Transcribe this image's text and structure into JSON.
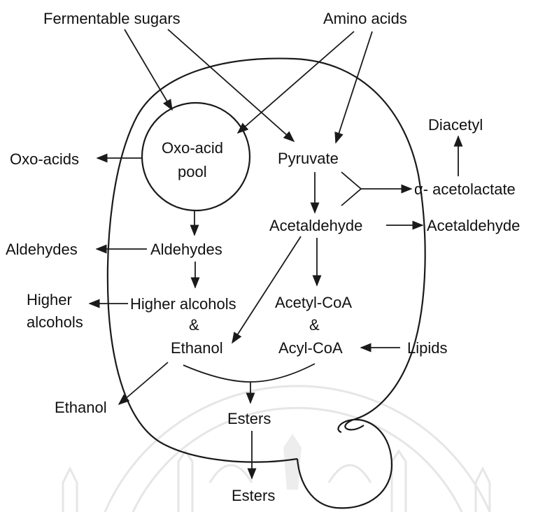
{
  "diagram": {
    "labels": {
      "fermentable_sugars": "Fermentable sugars",
      "amino_acids": "Amino acids",
      "oxo_acid_pool_line1": "Oxo-acid",
      "oxo_acid_pool_line2": "pool",
      "oxo_acids_out": "Oxo-acids",
      "pyruvate": "Pyruvate",
      "diacetyl": "Diacetyl",
      "alpha_acetolactate": "α- acetolactate",
      "acetaldehyde_in": "Acetaldehyde",
      "acetaldehyde_out": "Acetaldehyde",
      "aldehydes_in": "Aldehydes",
      "aldehydes_out": "Aldehydes",
      "higher_alcohols_in": "Higher alcohols",
      "higher_alcohols_out_line1": "Higher",
      "higher_alcohols_out_line2": "alcohols",
      "ampersand_left": "&",
      "ethanol_in": "Ethanol",
      "acetyl_coa": "Acetyl-CoA",
      "ampersand_right": "&",
      "acyl_coa": "Acyl-CoA",
      "lipids": "Lipids",
      "ethanol_out": "Ethanol",
      "esters_in": "Esters",
      "esters_out": "Esters"
    },
    "colors": {
      "ink": "#111111",
      "watermark": "#e6e6e6",
      "background": "#ffffff"
    }
  }
}
